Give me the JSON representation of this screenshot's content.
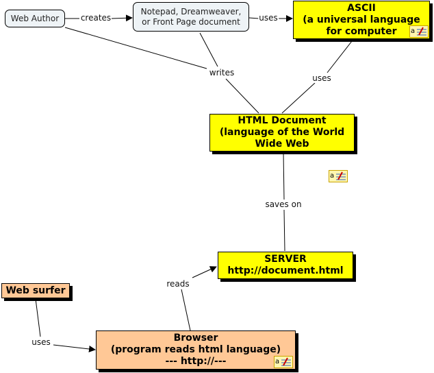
{
  "nodes": {
    "web_author": "Web Author",
    "editor": [
      "Notepad, Dreamweaver,",
      "or Front Page document"
    ],
    "ascii": [
      "ASCII",
      "(a universal language",
      "for computer"
    ],
    "html_document": [
      "HTML Document",
      "(language of the World",
      "Wide Web"
    ],
    "server": [
      "SERVER",
      "http://document.html"
    ],
    "web_surfer": "Web surfer",
    "browser": [
      "Browser",
      "(program reads html language)",
      "--- http://---"
    ]
  },
  "links": {
    "creates": "creates",
    "uses_ascii": "uses",
    "writes": "writes",
    "uses_html": "uses",
    "saves_on": "saves on",
    "reads": "reads",
    "uses_browser": "uses"
  },
  "icons": [
    "annotation-note-icon"
  ],
  "colors": {
    "yellow": "#ffff00",
    "orange": "#ffc896",
    "soft": "#eef3f6"
  }
}
